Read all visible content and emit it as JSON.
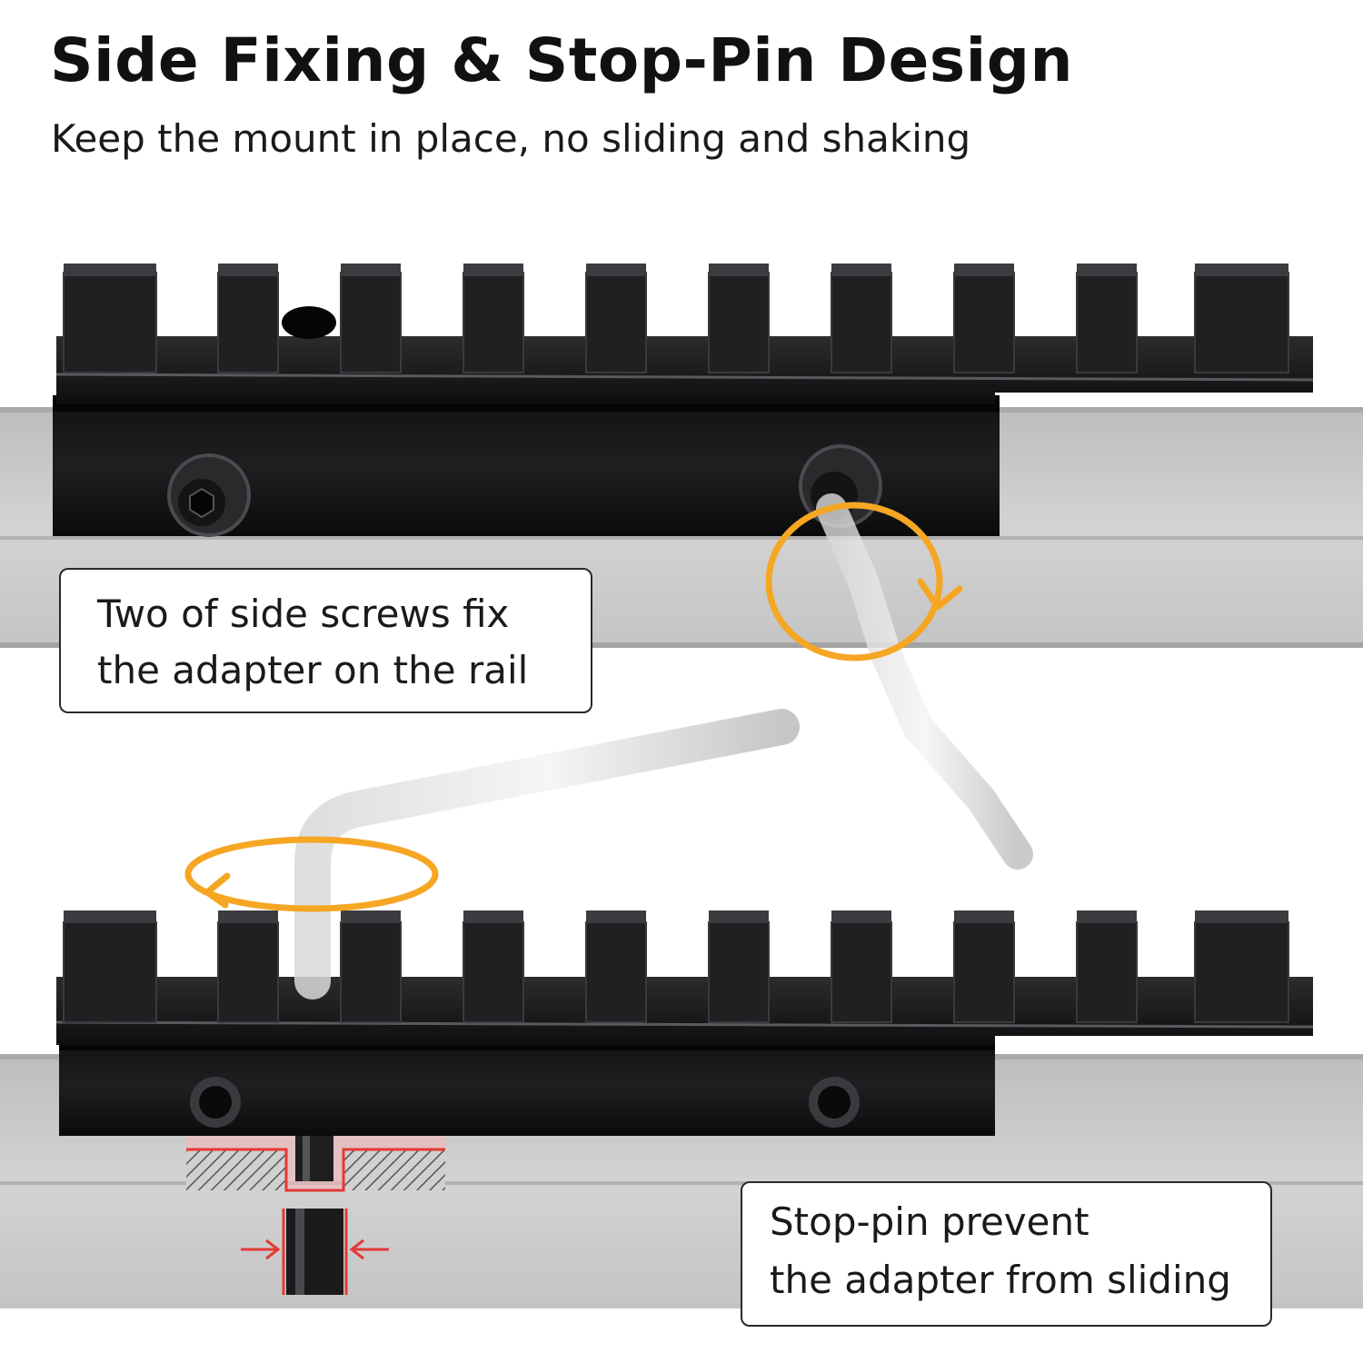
{
  "header": {
    "title": "Side Fixing & Stop-Pin Design",
    "subtitle": "Keep the mount in place, no sliding and shaking"
  },
  "callouts": {
    "side_screws": {
      "line1": "Two of side screws fix",
      "line2": "the adapter on the rail"
    },
    "stop_pin": {
      "line1": "Stop-pin prevent",
      "line2": "the adapter from sliding"
    }
  },
  "colors": {
    "accent_orange": "#f5a623",
    "marker_red": "#e53935",
    "rail_black": "#1b1b1d",
    "base_rail_gray": "#c8c8c8"
  },
  "icons": {
    "rotation_arrow_top": "clockwise-rotation-arrow-icon",
    "rotation_arrow_bottom": "horizontal-rotation-arrow-icon",
    "pin_width_marker": "pin-diameter-marker-icon"
  }
}
